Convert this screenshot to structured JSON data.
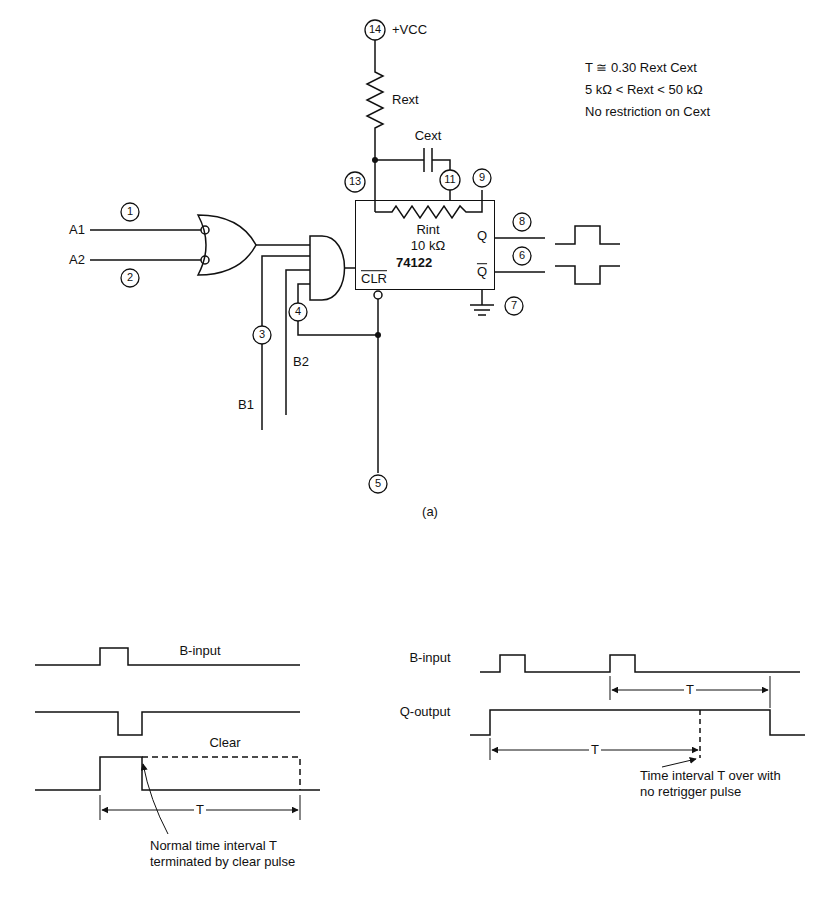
{
  "diagram": {
    "nodes": [
      {
        "text": [
          "74122"
        ]
      }
    ],
    "labels": [
      "14",
      "+VCC",
      "Rext",
      "Cext",
      "T ≅ 0.30 Rext Cext",
      "5 kΩ < Rext < 50 kΩ",
      "No restriction on Cext",
      "13",
      "11",
      "9",
      "1",
      "A1",
      "2",
      "A2",
      "3",
      "B1",
      "B2",
      "4",
      "Rint",
      "10 kΩ",
      "Q",
      "Q",
      "CLR",
      "8",
      "6",
      "5",
      "7",
      "(a)",
      "B-input",
      "Clear",
      "T",
      "Normal time interval T terminated by clear pulse",
      "B-input",
      "Q-output",
      "T",
      "T",
      "Time interval T over with no retrigger pulse"
    ]
  }
}
